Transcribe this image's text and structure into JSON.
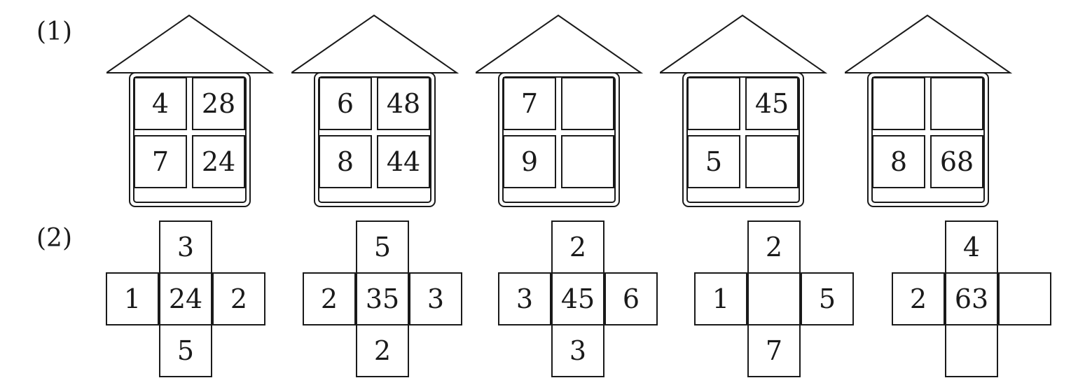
{
  "part1": {
    "label": "(1)",
    "houses": [
      {
        "cells": [
          "4",
          "28",
          "7",
          "24"
        ]
      },
      {
        "cells": [
          "6",
          "48",
          "8",
          "44"
        ]
      },
      {
        "cells": [
          "7",
          "",
          "9",
          ""
        ]
      },
      {
        "cells": [
          "",
          "45",
          "5",
          ""
        ]
      },
      {
        "cells": [
          "",
          "",
          "8",
          "68"
        ]
      }
    ]
  },
  "part2": {
    "label": "(2)",
    "crosses": [
      {
        "top": "3",
        "left": "1",
        "center": "24",
        "right": "2",
        "bottom": "5"
      },
      {
        "top": "5",
        "left": "2",
        "center": "35",
        "right": "3",
        "bottom": "2"
      },
      {
        "top": "2",
        "left": "3",
        "center": "45",
        "right": "6",
        "bottom": "3"
      },
      {
        "top": "2",
        "left": "1",
        "center": "",
        "right": "5",
        "bottom": "7"
      },
      {
        "top": "4",
        "left": "2",
        "center": "63",
        "right": "",
        "bottom": ""
      }
    ]
  }
}
